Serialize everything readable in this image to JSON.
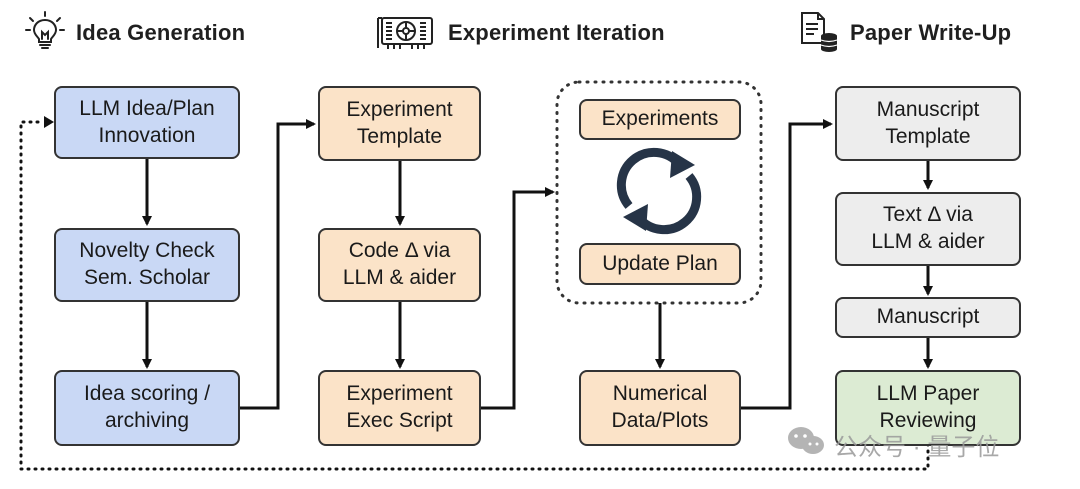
{
  "headers": {
    "idea": "Idea Generation",
    "experiment": "Experiment Iteration",
    "paper": "Paper Write-Up"
  },
  "nodes": {
    "llm_idea": "LLM Idea/Plan\nInnovation",
    "novelty": "Novelty Check\nSem. Scholar",
    "idea_scoring": "Idea scoring /\narchiving",
    "exp_template": "Experiment\nTemplate",
    "code_delta": "Code Δ via\nLLM & aider",
    "exec_script": "Experiment\nExec Script",
    "experiments": "Experiments",
    "update_plan": "Update Plan",
    "numerical": "Numerical\nData/Plots",
    "manuscript_template": "Manuscript\nTemplate",
    "text_delta": "Text Δ via\nLLM & aider",
    "manuscript": "Manuscript",
    "paper_review": "LLM Paper\nReviewing"
  },
  "colors": {
    "idea": "#c9d8f5",
    "experiment": "#fbe3c8",
    "writeup": "#ededed",
    "review": "#dcebd3",
    "cycle_icon": "#263447"
  },
  "icons": [
    "lightbulb-icon",
    "gpu-card-icon",
    "document-database-icon",
    "refresh-cycle-icon"
  ],
  "watermark": "公众号 · 量子位"
}
